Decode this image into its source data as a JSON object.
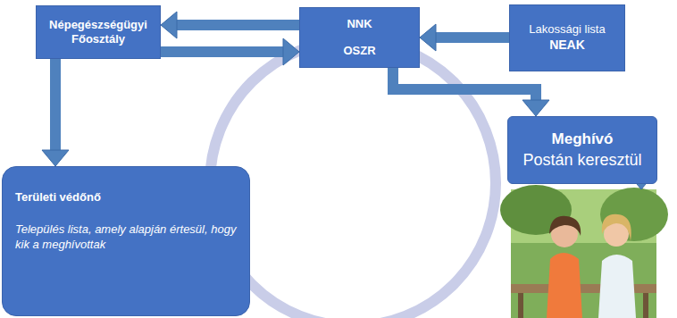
{
  "diagram": {
    "nodes": [
      {
        "text": [
          "Népegészségügyi Főosztály"
        ]
      },
      {
        "text": [
          "NNK",
          "OSZR"
        ]
      },
      {
        "text": [
          "Lakossági lista",
          "NEAK"
        ]
      },
      {
        "text": [
          "Meghívó",
          "Postán keresztül"
        ]
      },
      {
        "text": [
          "Területi védőnő",
          "Település lista, amely alapján értesül, hogy kik a meghívottak"
        ]
      }
    ],
    "edges": [
      {
        "from": 1,
        "to": 0,
        "arrow": "to"
      },
      {
        "from": 0,
        "to": 1,
        "arrow": "to"
      },
      {
        "from": 2,
        "to": 1,
        "arrow": "to"
      },
      {
        "from": 1,
        "to": 3,
        "arrow": "to"
      },
      {
        "from": 0,
        "to": 4,
        "arrow": "to"
      }
    ]
  }
}
